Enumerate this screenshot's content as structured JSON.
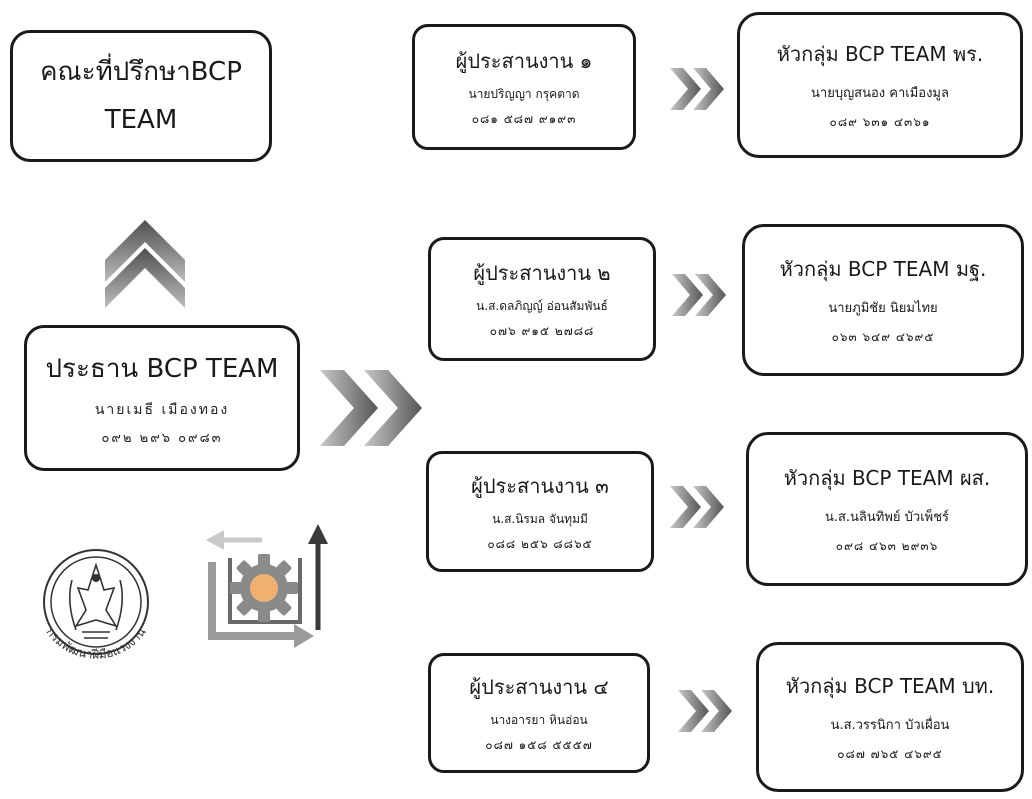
{
  "advisor": {
    "title_line1": "คณะที่ปรึกษาBCP",
    "title_line2": "TEAM"
  },
  "chair": {
    "title": "ประธาน BCP TEAM",
    "name": "นายเมธี เมืองทอง",
    "phone": "๐๙๒ ๒๙๖ ๐๙๘๓"
  },
  "coordinators": [
    {
      "title": "ผู้ประสานงาน ๑",
      "name": "นายปริญญา กรุคตาด",
      "phone": "๐๘๑ ๕๘๗ ๙๑๙๓"
    },
    {
      "title": "ผู้ประสานงาน ๒",
      "name": "น.ส.ดลภิญญ์ อ่อนสัมพันธ์",
      "phone": "๐๗๖ ๙๑๕ ๒๗๘๘"
    },
    {
      "title": "ผู้ประสานงาน ๓",
      "name": "น.ส.นิรมล จันทุมมี",
      "phone": "๐๘๘ ๒๕๖ ๘๘๖๕"
    },
    {
      "title": "ผู้ประสานงาน ๔",
      "name": "นางอารยา หินอ่อน",
      "phone": "๐๘๗ ๑๕๘ ๕๕๕๗"
    }
  ],
  "leaders": [
    {
      "title": "หัวกลุ่ม BCP TEAM พร.",
      "name": "นายบุญสนอง คาเมืองมูล",
      "phone": "๐๘๙ ๖๓๑ ๔๓๖๑"
    },
    {
      "title": "หัวกลุ่ม BCP TEAM มฐ.",
      "name": "นายภูมิชัย นิยมไทย",
      "phone": "๐๖๓ ๖๔๙ ๔๖๙๕"
    },
    {
      "title": "หัวกลุ่ม BCP TEAM ผส.",
      "name": "น.ส.นลินทิพย์ บัวเพ็ชร์",
      "phone": "๐๙๘ ๔๖๓ ๒๙๓๖"
    },
    {
      "title": "หัวกลุ่ม BCP TEAM บท.",
      "name": "น.ส.วรรนิกา บัวเผื่อน",
      "phone": "๐๘๗ ๗๖๕ ๔๖๙๕"
    }
  ],
  "seal": {
    "text": "กรมพัฒนาฝีมือแรงงาน"
  },
  "colors": {
    "border": "#1a1a1a",
    "arrow_dark": "#5a5a5a",
    "arrow_light": "#9a9a9a",
    "gear": "#888888",
    "gear_center": "#f0b070"
  }
}
